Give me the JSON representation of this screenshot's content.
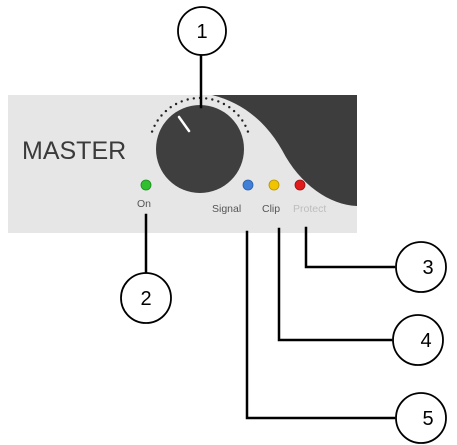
{
  "panel": {
    "title": "MASTER",
    "colors": {
      "panel": "#e6e6e6",
      "dark_swoosh": "#3d3d3d",
      "knob": "#3f3f3f"
    },
    "leds": [
      {
        "name": "on",
        "label": "On",
        "color": "#2fbf2f"
      },
      {
        "name": "signal",
        "label": "Signal",
        "color": "#3f7fd8"
      },
      {
        "name": "clip",
        "label": "Clip",
        "color": "#f0c400"
      },
      {
        "name": "protect",
        "label": "Protect",
        "color": "#e11b1b"
      }
    ]
  },
  "callouts": [
    {
      "number": "1",
      "target": "master-knob"
    },
    {
      "number": "2",
      "target": "on-led"
    },
    {
      "number": "3",
      "target": "protect-led"
    },
    {
      "number": "4",
      "target": "clip-led"
    },
    {
      "number": "5",
      "target": "signal-led"
    }
  ]
}
